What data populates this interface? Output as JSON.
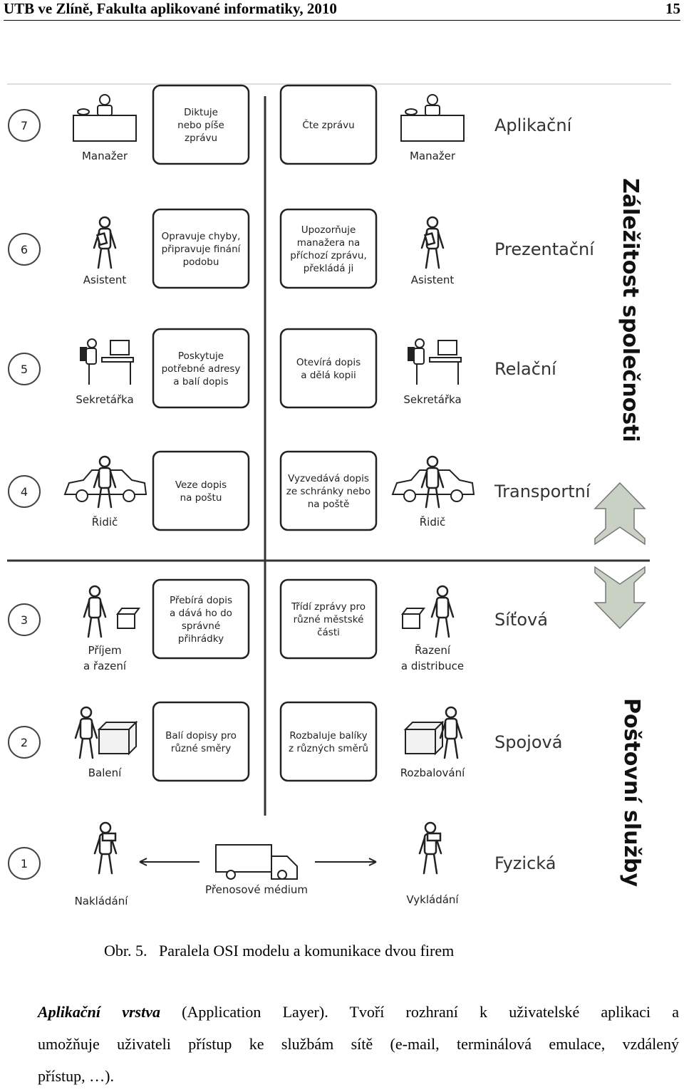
{
  "header": {
    "left": "UTB ve Zlíně, Fakulta aplikované informatiky, 2010",
    "page_number": "15"
  },
  "figure": {
    "layers": [
      {
        "number": "7",
        "name": "Aplikační",
        "left_person": "Manažer",
        "left_box": [
          "Diktuje",
          "nebo píše",
          "zprávu"
        ],
        "right_box": [
          "Čte zprávu"
        ],
        "right_person": "Manažer",
        "icon": "desk-manager-icon"
      },
      {
        "number": "6",
        "name": "Prezentační",
        "left_person": "Asistent",
        "left_box": [
          "Opravuje chyby,",
          "připravuje finání",
          "podobu"
        ],
        "right_box": [
          "Upozorňuje",
          "manažera na",
          "příchozí zprávu,",
          "překládá ji"
        ],
        "right_person": "Asistent",
        "icon": "assistant-icon"
      },
      {
        "number": "5",
        "name": "Relační",
        "left_person": "Sekretářka",
        "left_box": [
          "Poskytuje",
          "potřebné adresy",
          "a balí dopis"
        ],
        "right_box": [
          "Otevírá dopis",
          "a dělá kopii"
        ],
        "right_person": "Sekretářka",
        "icon": "secretary-computer-icon"
      },
      {
        "number": "4",
        "name": "Transportní",
        "left_person": "Řidič",
        "left_box": [
          "Veze dopis",
          "na poštu"
        ],
        "right_box": [
          "Vyzvedává dopis",
          "ze schránky nebo",
          "na poště"
        ],
        "right_person": "Řidič",
        "icon": "car-driver-icon"
      },
      {
        "number": "3",
        "name": "Síťová",
        "left_person": [
          "Příjem",
          "a řazení"
        ],
        "left_box": [
          "Přebírá dopis",
          "a dává ho do",
          "správné",
          "přihrádky"
        ],
        "right_box": [
          "Třídí zprávy pro",
          "různé městské",
          "části"
        ],
        "right_person": [
          "Řazení",
          "a distribuce"
        ],
        "icon": "sorting-person-icon"
      },
      {
        "number": "2",
        "name": "Spojová",
        "left_person": "Balení",
        "left_box": [
          "Balí dopisy pro",
          "různé směry"
        ],
        "right_box": [
          "Rozbaluje balíky",
          "z různých směrů"
        ],
        "right_person": "Rozbalování",
        "icon": "packing-box-icon"
      },
      {
        "number": "1",
        "name": "Fyzická",
        "left_person": "Nakládání",
        "medium": "Přenosové médium",
        "right_person": "Vykládání",
        "icon": "truck-icon"
      }
    ],
    "side_labels": {
      "company": "Záležitost společnosti",
      "postal": "Poštovní služby"
    }
  },
  "caption": "Obr. 5.   Paralela OSI modelu a komunikace dvou firem",
  "paragraph": {
    "term": "Aplikační vrstva",
    "line1_rest": " (Application Layer). Tvoří rozhraní k uživatelské aplikaci a",
    "line2": "umožňuje uživateli přístup ke službám sítě (e-mail, terminálová emulace, vzdálený",
    "line3": "přístup, …)."
  },
  "colors": {
    "text": "#000000",
    "figure_stroke": "#333333",
    "arrow_fill": "#c9d1c4",
    "box_fill": "#ffffff"
  }
}
